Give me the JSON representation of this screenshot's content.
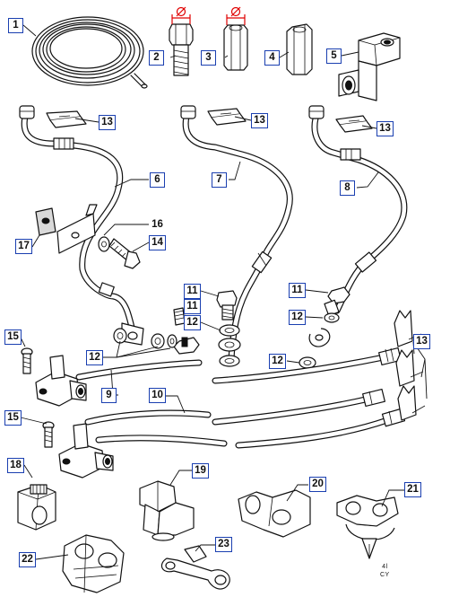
{
  "callouts": [
    {
      "id": "c1",
      "label": "1"
    },
    {
      "id": "c2",
      "label": "2"
    },
    {
      "id": "c3",
      "label": "3"
    },
    {
      "id": "c4",
      "label": "4"
    },
    {
      "id": "c5",
      "label": "5"
    },
    {
      "id": "c6",
      "label": "6"
    },
    {
      "id": "c7",
      "label": "7"
    },
    {
      "id": "c8",
      "label": "8"
    },
    {
      "id": "c9",
      "label": "9"
    },
    {
      "id": "c10",
      "label": "10"
    },
    {
      "id": "c11a",
      "label": "11"
    },
    {
      "id": "c11b",
      "label": "11"
    },
    {
      "id": "c11c",
      "label": "11"
    },
    {
      "id": "c12a",
      "label": "12"
    },
    {
      "id": "c12b",
      "label": "12"
    },
    {
      "id": "c12c",
      "label": "12"
    },
    {
      "id": "c12d",
      "label": "12"
    },
    {
      "id": "c13a",
      "label": "13"
    },
    {
      "id": "c13b",
      "label": "13"
    },
    {
      "id": "c13c",
      "label": "13"
    },
    {
      "id": "c13d",
      "label": "13"
    },
    {
      "id": "c14",
      "label": "14"
    },
    {
      "id": "c15a",
      "label": "15"
    },
    {
      "id": "c15b",
      "label": "15"
    },
    {
      "id": "c16",
      "label": "16"
    },
    {
      "id": "c17",
      "label": "17"
    },
    {
      "id": "c18",
      "label": "18"
    },
    {
      "id": "c19",
      "label": "19"
    },
    {
      "id": "c20",
      "label": "20"
    },
    {
      "id": "c21",
      "label": "21"
    },
    {
      "id": "c22",
      "label": "22"
    },
    {
      "id": "c23",
      "label": "23"
    }
  ],
  "reference": {
    "mark": "4l",
    "code": "CY"
  },
  "colors": {
    "callout_border": "#1a3fb0",
    "dimension_mark": "#e00000",
    "line": "#111111"
  }
}
